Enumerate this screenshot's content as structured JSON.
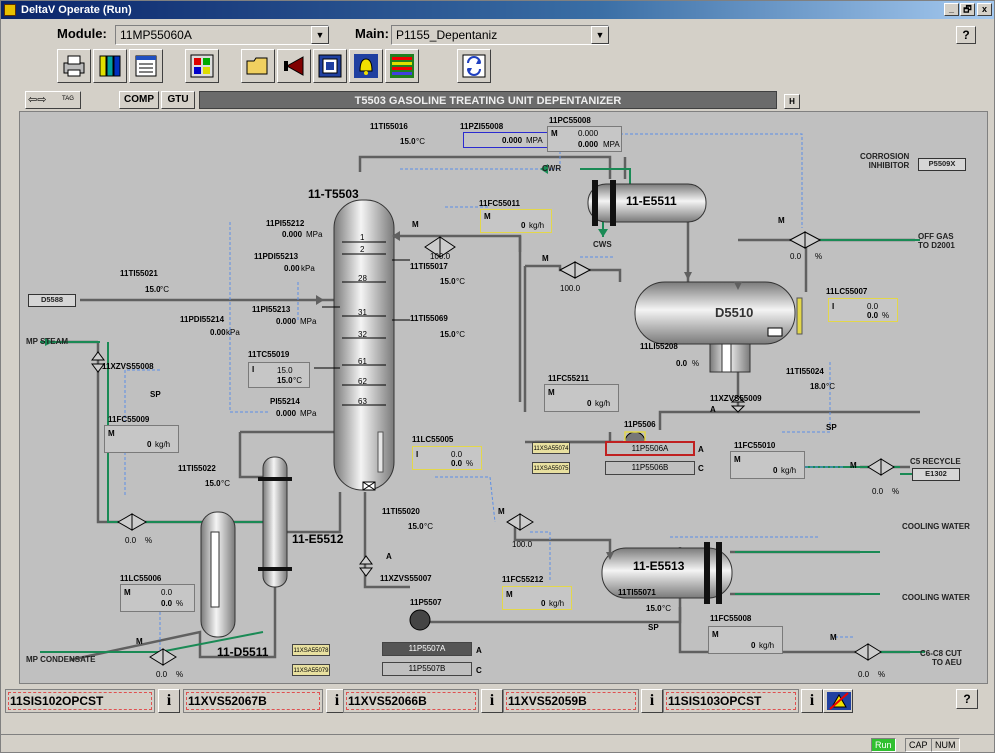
{
  "window": {
    "title": "DeltaV Operate (Run)",
    "min": "_",
    "max": "🗗",
    "close": "x",
    "help": "?"
  },
  "selectors": {
    "module_label": "Module:",
    "module_value": "11MP55060A",
    "main_label": "Main:",
    "main_value": "P1155_Depentaniz"
  },
  "nav": {
    "tag_label": "TAG",
    "comp": "COMP",
    "gtu": "GTU",
    "title": "T5503 GASOLINE TREATING UNIT DEPENTANIZER",
    "h": "H"
  },
  "tags": {
    "t55016": "11TI55016",
    "t55016v": "15.0",
    "unit_c": "°C",
    "pzi": "11PZI55008",
    "pziv": "0.000",
    "unit_mpa": "MPA",
    "pc": "11PC55008",
    "pc_m": "M",
    "pc_v1": "0.000",
    "pc_v2": "0.000",
    "pc_unit": "MPA",
    "corrosion": "CORROSION\nINHIBITOR",
    "corr_box": "P5509X",
    "cwr": "CWR",
    "cws": "CWS",
    "column": "11-T5503",
    "fc55011": "11FC55011",
    "fc55011_m": "M",
    "fc55011_v": "0",
    "kgh": "kg/h",
    "pi55212": "11PI55212",
    "pi55212v": "0.000",
    "mpa_lc": "MPa",
    "pdi55213": "11PDI55213",
    "pdi55213v": "0.00",
    "kpa": "kPa",
    "ti55021": "11TI55021",
    "ti55021v": "15.0",
    "d5588": "D5588",
    "pi55213": "11PI55213",
    "pi55213v": "0.000",
    "pdi55214": "11PDI55214",
    "pdi55214v": "0.00",
    "ti55017": "11TI55017",
    "ti55017v": "15.0",
    "ti55069": "11TI55069",
    "ti55069v": "15.0",
    "mpsteam": "MP STEAM",
    "xzvs55008": "11XZVS55008",
    "tc55019": "11TC55019",
    "tc55019_i": "I",
    "tc55019_v1": "15.0",
    "tc55019_v2": "15.0",
    "sp": "SP",
    "pi55214": "PI55214",
    "pi55214v": "0.000",
    "fc55009": "11FC55009",
    "fc55009_m": "M",
    "fc55009_v": "0",
    "ti55022": "11TI55022",
    "ti55022v": "15.0",
    "lc55005": "11LC55005",
    "lc55005_i": "I",
    "lc55005_v1": "0.0",
    "lc55005_v2": "0.0",
    "pct": "%",
    "ti55020": "11TI55020",
    "ti55020v": "15.0",
    "e5512": "11-E5512",
    "lc55006": "11LC55006",
    "lc55006_m": "M",
    "lc55006_v1": "0.0",
    "lc55006_v2": "0.0",
    "xzvs55007": "11XZVS55007",
    "mpcond": "MP CONDENSATE",
    "d5511": "11-D5511",
    "p5507": "11P5507",
    "p5507a": "11P5507A",
    "p5507b": "11P5507B",
    "a": "A",
    "c": "C",
    "fc55212": "11FC55212",
    "fc55212_m": "M",
    "fc55212_v": "0",
    "e5511": "11-E5511",
    "offgas": "OFF GAS\nTO D2001",
    "lc55007": "11LC55007",
    "lc55007_i": "I",
    "lc55007_v1": "0.0",
    "lc55007_v2": "0.0",
    "d5510": "D5510",
    "li55208": "11LI55208",
    "li55208v": "0.0",
    "ti55024": "11TI55024",
    "ti55024v": "18.0",
    "xzvs55009": "11XZVS55009",
    "fc55211": "11FC55211",
    "fc55211_m": "M",
    "fc55211_v": "0",
    "p5506": "11P5506",
    "p5506a": "11P5506A",
    "p5506b": "11P5506B",
    "fc55010": "11FC55010",
    "fc55010_m": "M",
    "fc55010_v": "0",
    "c5recycle": "C5 RECYCLE",
    "e1302": "E1302",
    "coolingwater": "COOLING WATER",
    "e5513": "11-E5513",
    "ti55071": "11TI55071",
    "ti55071v": "15.0",
    "fc55008": "11FC55008",
    "fc55008_m": "M",
    "fc55008_v": "0",
    "c6c8": "C6-C8 CUT\nTO AEU",
    "valve_pct": "100.0",
    "zero": "0.0",
    "m": "M",
    "small1": "11XSA55074",
    "small2": "11XSA55075",
    "small3": "11XSA55078",
    "small4": "11XSA55079",
    "tray1": "1",
    "tray2": "2",
    "tray28": "28",
    "tray31": "31",
    "tray32": "32",
    "tray61": "61",
    "tray62": "62",
    "tray63": "63"
  },
  "alarms": [
    {
      "label": "11SIS102OPCST"
    },
    {
      "label": "11XVS52067B"
    },
    {
      "label": "11XVS52066B"
    },
    {
      "label": "11XVS52059B"
    },
    {
      "label": "11SIS103OPCST"
    }
  ],
  "alarm_info": "i",
  "status": {
    "run": "Run",
    "cap": "CAP",
    "num": "NUM"
  }
}
